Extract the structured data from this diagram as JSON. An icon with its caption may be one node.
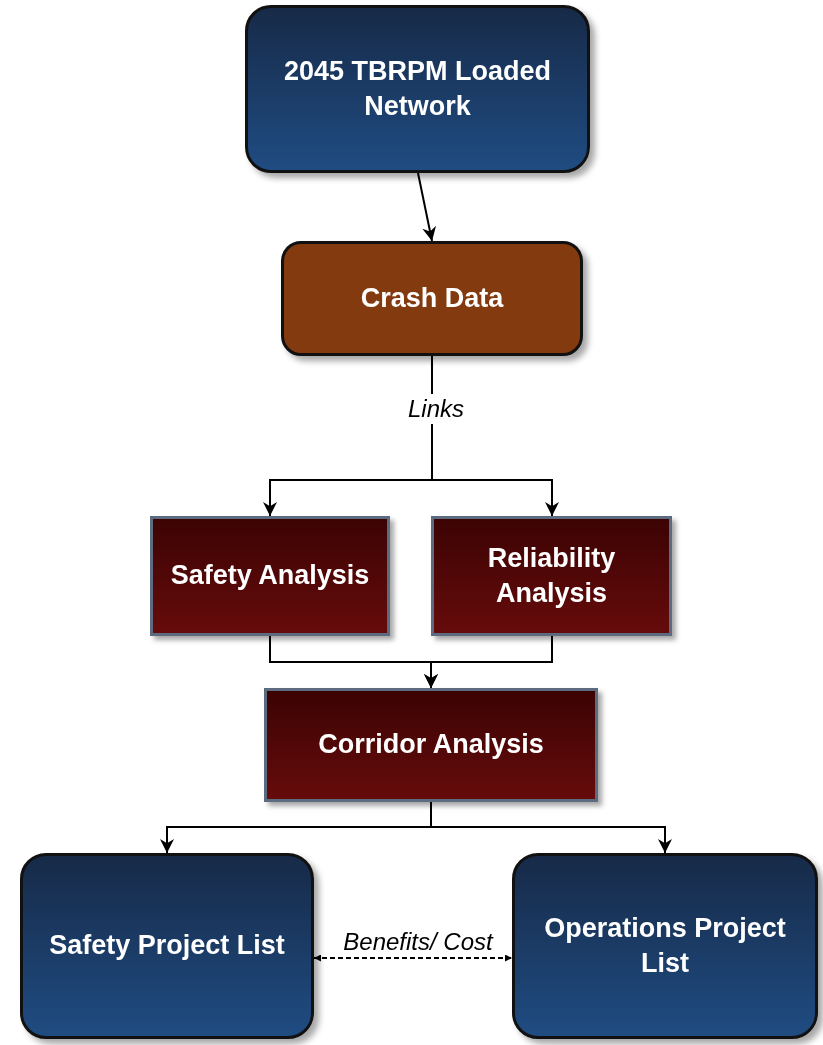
{
  "diagram": {
    "nodes": [
      {
        "text": [
          "2045 TBRPM Loaded Network"
        ]
      },
      {
        "text": [
          "Crash Data"
        ]
      },
      {
        "text": [
          "Safety Analysis"
        ]
      },
      {
        "text": [
          "Reliability Analysis"
        ]
      },
      {
        "text": [
          "Corridor Analysis"
        ]
      },
      {
        "text": [
          "Safety Project List"
        ]
      },
      {
        "text": [
          "Operations Project List"
        ]
      }
    ],
    "edges": [
      {
        "from": 0,
        "to": 1,
        "arrow": "to"
      },
      {
        "from": 1,
        "to": 2,
        "arrow": "to",
        "label": "Links"
      },
      {
        "from": 1,
        "to": 3,
        "arrow": "to"
      },
      {
        "from": 2,
        "to": 4,
        "arrow": "to"
      },
      {
        "from": 3,
        "to": 4,
        "arrow": "to"
      },
      {
        "from": 4,
        "to": 5,
        "arrow": "to"
      },
      {
        "from": 4,
        "to": 6,
        "arrow": "to"
      },
      {
        "from": 5,
        "to": 6,
        "arrow": "both",
        "label": "Benefits/ Cost",
        "style": "dashed"
      }
    ]
  }
}
